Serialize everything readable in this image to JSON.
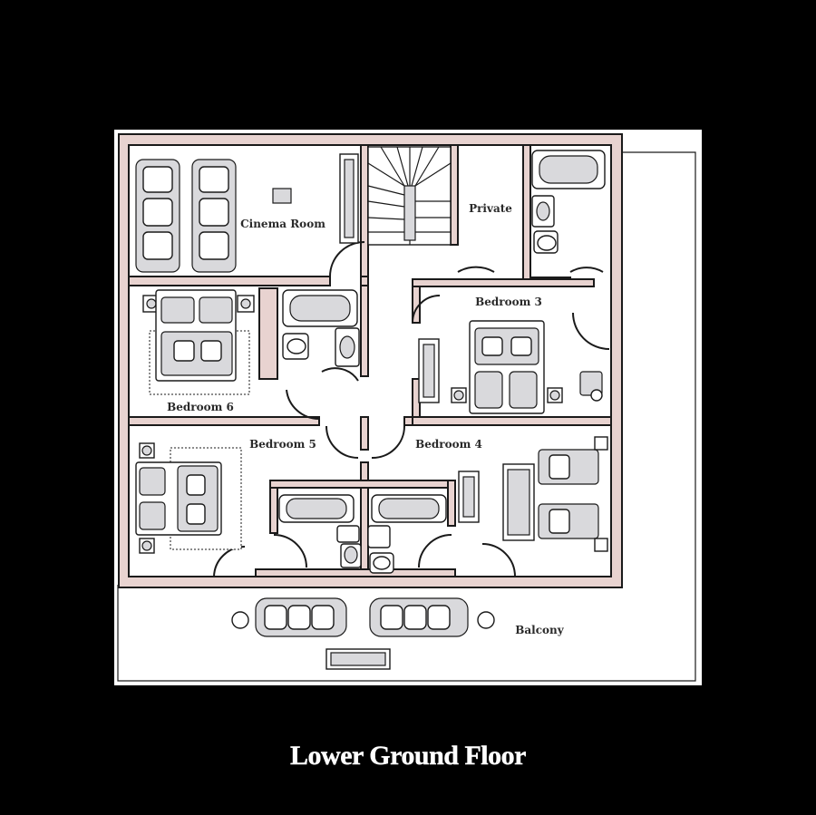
{
  "floor_title": "Lower Ground Floor",
  "rooms": {
    "cinema": "Cinema Room",
    "private": "Private",
    "bedroom3": "Bedroom 3",
    "bedroom4": "Bedroom 4",
    "bedroom5": "Bedroom 5",
    "bedroom6": "Bedroom 6",
    "balcony": "Balcony"
  },
  "colors": {
    "background": "#000000",
    "paper": "#ffffff",
    "wall_fill": "#e8d3d0",
    "outline": "#1a1a1a",
    "furniture_shade": "#d9d9dc"
  }
}
